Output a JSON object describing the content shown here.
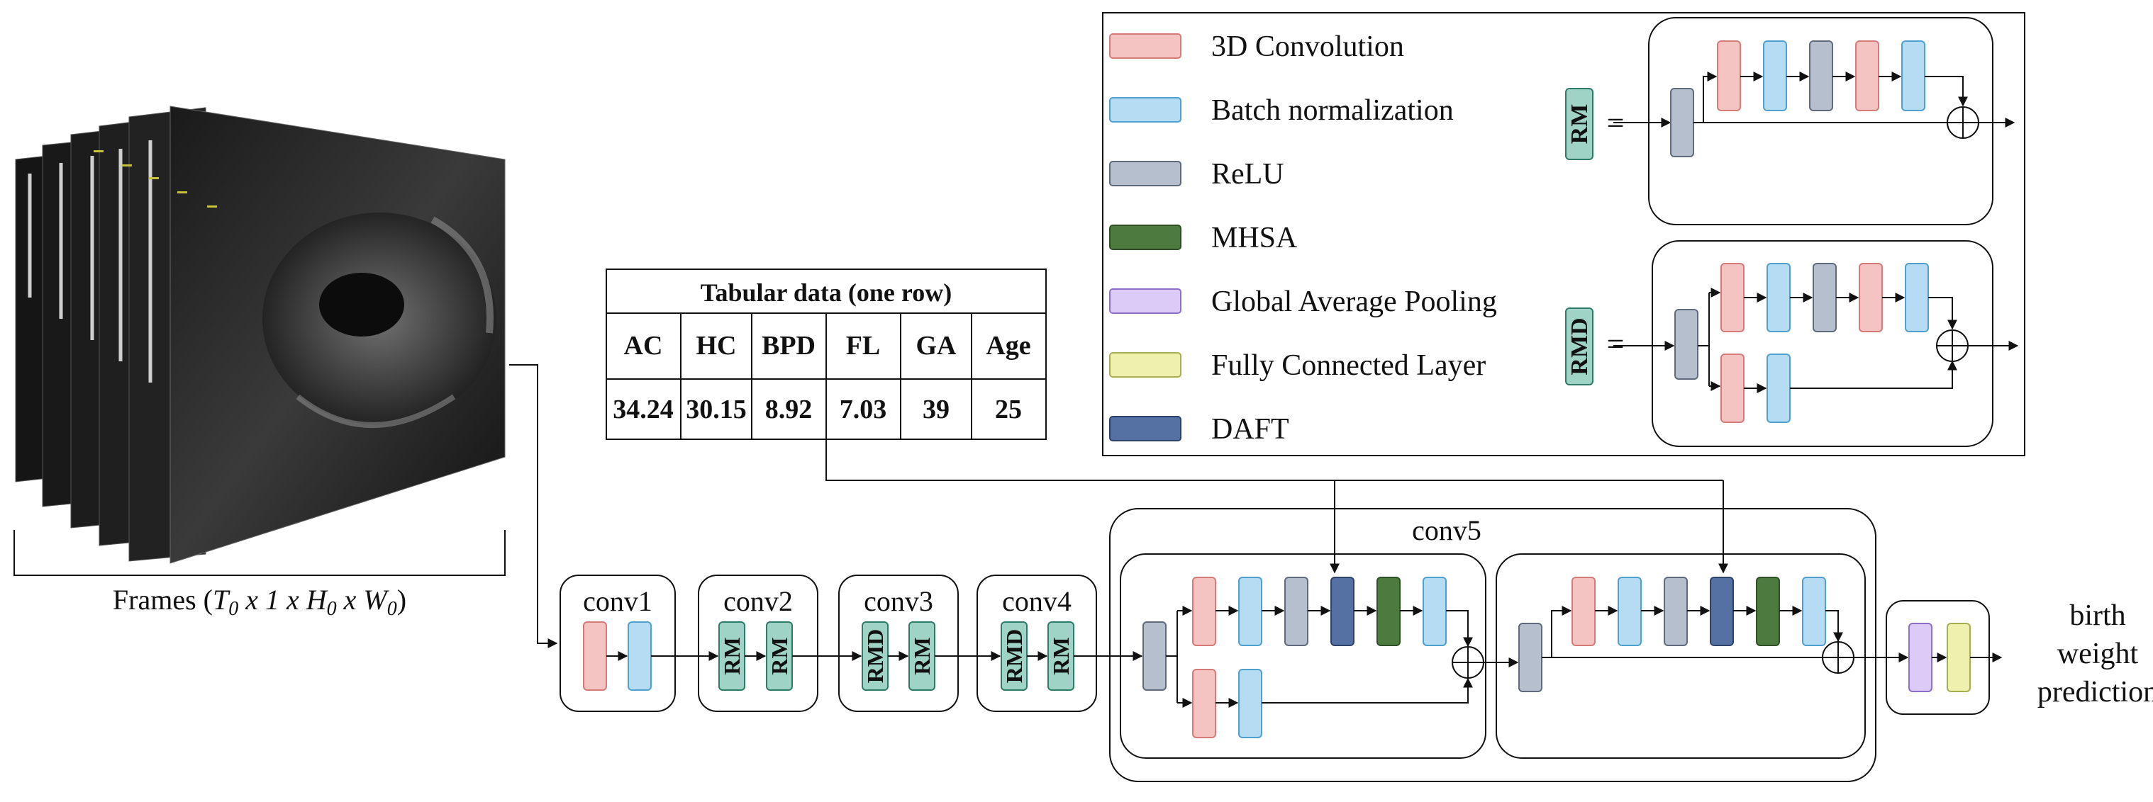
{
  "colors": {
    "conv3d": {
      "fill": "#f4c4c3",
      "stroke": "#d47b78"
    },
    "batchnorm": {
      "fill": "#b5dcf2",
      "stroke": "#4f9fcf"
    },
    "relu": {
      "fill": "#b5bfcd",
      "stroke": "#5f6b7c"
    },
    "mhsa": {
      "fill": "#4d7a3f",
      "stroke": "#2f4f26"
    },
    "gap": {
      "fill": "#dccbf7",
      "stroke": "#8d6fc7"
    },
    "fc": {
      "fill": "#eef0ad",
      "stroke": "#a9ad52"
    },
    "daft": {
      "fill": "#5570a3",
      "stroke": "#2e4168"
    },
    "module": {
      "fill": "#9fd3c5",
      "stroke": "#2f7a68"
    }
  },
  "legend": {
    "items": [
      {
        "key": "conv3d",
        "label": "3D Convolution"
      },
      {
        "key": "batchnorm",
        "label": "Batch normalization"
      },
      {
        "key": "relu",
        "label": "ReLU"
      },
      {
        "key": "mhsa",
        "label": "MHSA"
      },
      {
        "key": "gap",
        "label": "Global Average Pooling"
      },
      {
        "key": "fc",
        "label": "Fully Connected Layer"
      },
      {
        "key": "daft",
        "label": "DAFT"
      }
    ],
    "rm_label": "RM",
    "rmd_label": "RMD",
    "equals": "="
  },
  "frames": {
    "caption_prefix": "Frames (",
    "caption_math": [
      "T",
      "0",
      " x ",
      "1",
      " x ",
      "H",
      "0",
      " x ",
      "W",
      "0"
    ],
    "caption_suffix": ")"
  },
  "tabular": {
    "title": "Tabular data (one row)",
    "headers": [
      "AC",
      "HC",
      "BPD",
      "FL",
      "GA",
      "Age"
    ],
    "values": [
      "34.24",
      "30.15",
      "8.92",
      "7.03",
      "39",
      "25"
    ]
  },
  "stages": {
    "conv1": "conv1",
    "conv2": "conv2",
    "conv3": "conv3",
    "conv4": "conv4",
    "conv5": "conv5"
  },
  "output": {
    "lines": [
      "birth",
      "weight",
      "prediction"
    ]
  }
}
